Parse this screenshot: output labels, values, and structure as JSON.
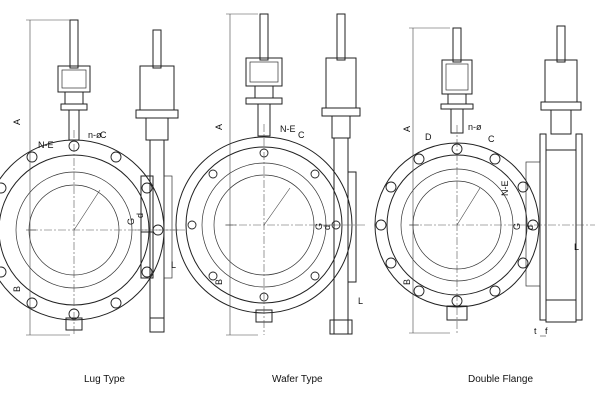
{
  "captions": {
    "lug": "Lug Type",
    "wafer": "Wafer Type",
    "double": "Double Flange"
  },
  "labels": {
    "A": "A",
    "B": "B",
    "C": "C",
    "D": "D",
    "NE": "N-E",
    "n_phi": "n-ø",
    "G": "G",
    "d": "d",
    "L": "L",
    "t": "t",
    "f": "f"
  }
}
